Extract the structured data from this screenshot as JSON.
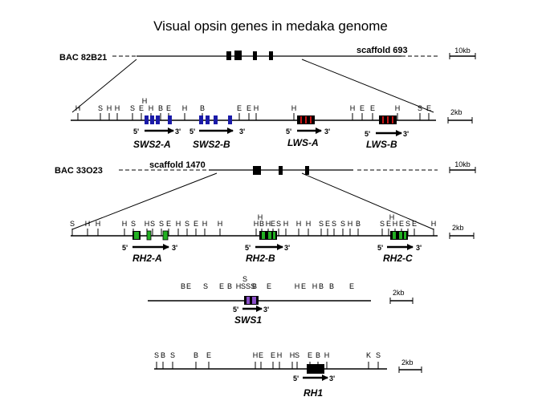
{
  "title": "Visual opsin genes in medaka genome",
  "bacs": [
    {
      "label": "BAC 82B21",
      "scaffold": "scaffold 693",
      "scale": "10kb"
    },
    {
      "label": "BAC 33O23",
      "scaffold": "scaffold 1470",
      "scale": "10kb"
    }
  ],
  "regions": [
    {
      "id": "sws2",
      "scale": "2kb",
      "sites": [
        "H",
        "S",
        "H",
        "H",
        "S",
        "E",
        "H",
        "H",
        "B",
        "E",
        "H",
        "B",
        "E",
        "E",
        "H",
        "H",
        "H",
        "E",
        "E",
        "H",
        "S",
        "E"
      ],
      "genes": [
        {
          "name": "SWS2-A",
          "five": "5'",
          "three": "3'"
        },
        {
          "name": "SWS2-B",
          "five": "5'",
          "three": "3'"
        },
        {
          "name": "LWS-A",
          "five": "5'",
          "three": "3'"
        },
        {
          "name": "LWS-B",
          "five": "5'",
          "three": "3'"
        }
      ]
    },
    {
      "id": "rh2",
      "scale": "2kb",
      "sites": [
        "S",
        "H",
        "H",
        "H",
        "S",
        "H",
        "S",
        "S",
        "E",
        "H",
        "S",
        "E",
        "H",
        "H",
        "H",
        "B",
        "H",
        "E",
        "S",
        "H",
        "H",
        "H",
        "S",
        "E",
        "S",
        "S",
        "H",
        "B",
        "H",
        "H",
        "S",
        "E",
        "H",
        "E",
        "S",
        "E",
        "H"
      ],
      "genes": [
        {
          "name": "RH2-A",
          "five": "5'",
          "three": "3'"
        },
        {
          "name": "RH2-B",
          "five": "5'",
          "three": "3'"
        },
        {
          "name": "RH2-C",
          "five": "5'",
          "three": "3'"
        }
      ]
    },
    {
      "id": "sws1",
      "scale": "2kb",
      "sites": [
        "B",
        "E",
        "S",
        "E",
        "B",
        "H",
        "S",
        "S",
        "S",
        "S",
        "B",
        "E",
        "H",
        "E",
        "H",
        "B",
        "B",
        "E"
      ],
      "genes": [
        {
          "name": "SWS1",
          "five": "5'",
          "three": "3'"
        }
      ]
    },
    {
      "id": "rh1",
      "scale": "2kb",
      "sites": [
        "S",
        "B",
        "S",
        "B",
        "E",
        "H",
        "E",
        "E",
        "H",
        "H",
        "S",
        "E",
        "B",
        "H",
        "K",
        "S"
      ],
      "genes": [
        {
          "name": "RH1",
          "five": "5'",
          "three": "3'"
        }
      ]
    }
  ],
  "colors": {
    "line": "#000000",
    "sws2": "#1a1aa8",
    "lws": "#c81414",
    "rh2": "#22b022",
    "sws1": "#8a4fc8",
    "rh1": "#000000",
    "block": "#000000"
  }
}
